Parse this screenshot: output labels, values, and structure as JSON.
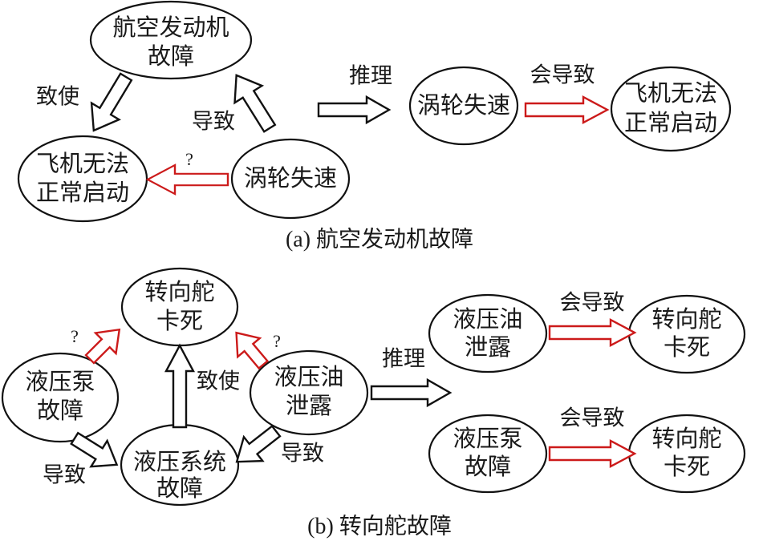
{
  "colors": {
    "uncertain_arrow": "#cc1a1a",
    "certain_arrow": "#111111"
  },
  "panel_a": {
    "caption": "(a) 航空发动机故障",
    "nodes": {
      "engine_fault": [
        "航空发动机",
        "故障"
      ],
      "cannot_start_left": [
        "飞机无法",
        "正常启动"
      ],
      "turbine_stall_left": [
        "涡轮失速"
      ],
      "turbine_stall_right": [
        "涡轮失速"
      ],
      "cannot_start_right": [
        "飞机无法",
        "正常启动"
      ]
    },
    "labels": {
      "engine_to_start": "致使",
      "stall_to_engine": "导致",
      "question": "?",
      "infer": "推理",
      "will_cause": "会导致"
    }
  },
  "panel_b": {
    "caption": "(b) 转向舵故障",
    "nodes": {
      "rudder_stuck": [
        "转向舵",
        "卡死"
      ],
      "pump_fault": [
        "液压泵",
        "故障"
      ],
      "oil_leak": [
        "液压油",
        "泄露"
      ],
      "system_fault": [
        "液压系统",
        "故障"
      ],
      "oil_leak_right": [
        "液压油",
        "泄露"
      ],
      "rudder_stuck_right_1": [
        "转向舵",
        "卡死"
      ],
      "pump_fault_right": [
        "液压泵",
        "故障"
      ],
      "rudder_stuck_right_2": [
        "转向舵",
        "卡死"
      ]
    },
    "labels": {
      "system_to_rudder": "致使",
      "pump_to_system": "导致",
      "leak_to_system": "导致",
      "question_left": "?",
      "question_right": "?",
      "infer": "推理",
      "will_cause_1": "会导致",
      "will_cause_2": "会导致"
    }
  }
}
